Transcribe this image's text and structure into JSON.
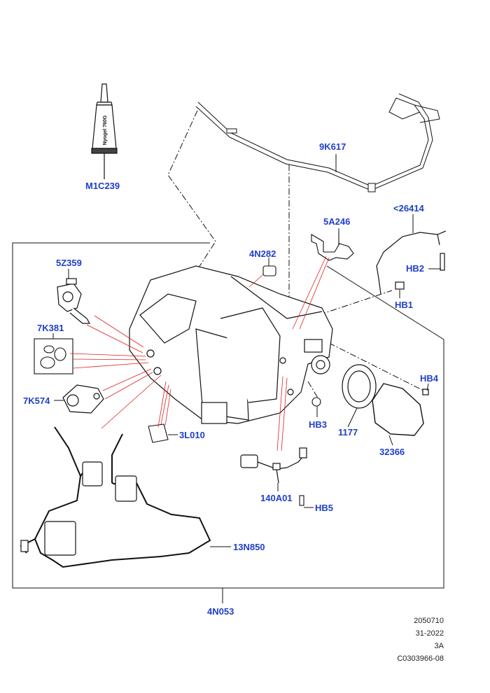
{
  "labels": {
    "m1c239": "M1C239",
    "tube_print": "Nyogel 760G",
    "l9k617": "9K617",
    "l5a246": "5A246",
    "l26414": "<26414",
    "l4n282": "4N282",
    "l5z359": "5Z359",
    "hb2": "HB2",
    "hb1": "HB1",
    "l7k381": "7K381",
    "hb4": "HB4",
    "l7k574": "7K574",
    "hb3": "HB3",
    "l1177": "1177",
    "l32366": "32366",
    "l3l010": "3L010",
    "l140a01": "140A01",
    "hb5": "HB5",
    "l13n850": "13N850",
    "l4n053": "4N053"
  },
  "reference": {
    "line1": "2050710",
    "line2": "31-2022",
    "line3": "3A",
    "line4": "C0303966-08"
  },
  "colors": {
    "label": "#1f3fc8",
    "leader_red": "#e02020",
    "line": "#111111"
  }
}
